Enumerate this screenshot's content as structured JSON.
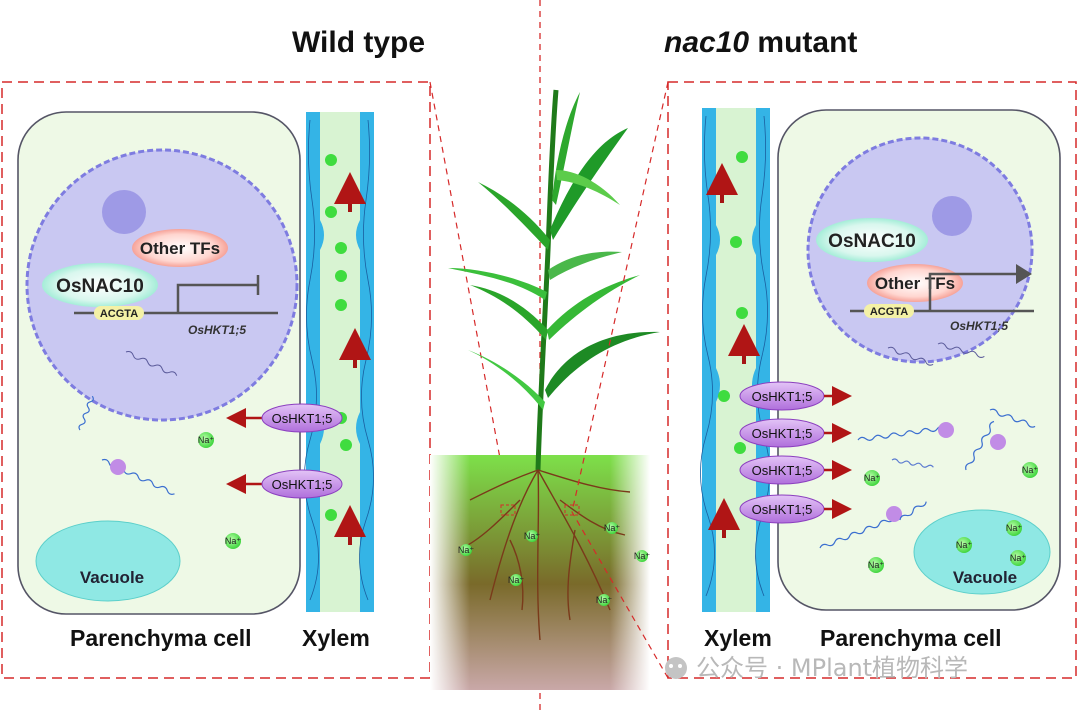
{
  "titles": {
    "left": "Wild type",
    "right_italic": "nac10",
    "right_rest": " mutant"
  },
  "left_panel": {
    "tf_label": "Other TFs",
    "nac_label": "OsNAC10",
    "motif_label": "ACGTA",
    "gene_label": "OsHKT1;5",
    "transporters": [
      "OsHKT1;5",
      "OsHKT1;5"
    ],
    "na_label": "Na⁺",
    "vacuole_label": "Vacuole",
    "cell_label": "Parenchyma cell",
    "xylem_label": "Xylem"
  },
  "right_panel": {
    "tf_label": "Other TFs",
    "nac_label": "OsNAC10",
    "motif_label": "ACGTA",
    "gene_label": "OsHKT1;5",
    "transporters": [
      "OsHKT1;5",
      "OsHKT1;5",
      "OsHKT1;5",
      "OsHKT1;5"
    ],
    "na_label": "Na⁺",
    "vacuole_label": "Vacuole",
    "cell_label": "Parenchyma cell",
    "xylem_label": "Xylem"
  },
  "soil": {
    "na_label": "Na⁺"
  },
  "watermark": "公众号 · MPlant植物科学",
  "colors": {
    "dashed_frame": "#d62a2a",
    "cell_fill": "#eef9e6",
    "nucleus_fill": "#c9c8f2",
    "xylem_fill": "#d8f3d2",
    "sodium": "#3fdc3f",
    "arrow": "#a51414",
    "transporter": "#c58ae6",
    "vacuole": "#8fe8e4"
  }
}
